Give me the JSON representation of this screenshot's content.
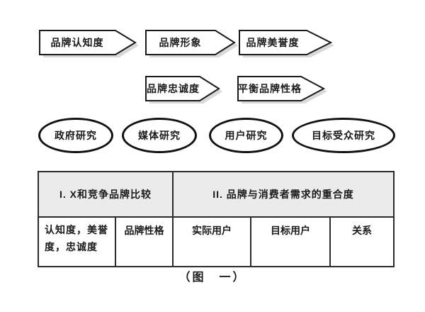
{
  "figure": {
    "arrow_row_1": [
      "品牌认知度",
      "品牌形象",
      "品牌美誉度"
    ],
    "arrow_row_2": [
      "品牌忠诚度",
      "平衡品牌性格"
    ],
    "research_ellipses": [
      "政府研究",
      "媒体研究",
      "用户研究",
      "目标受众研究"
    ],
    "table": {
      "header_1": "I. X和竞争品牌比较",
      "header_2": "II. 品牌与消费者需求的重合度",
      "row": [
        "认知度，美誉度，忠诚度",
        "品牌性格",
        "实际用户",
        "目标用户",
        "关系"
      ]
    },
    "caption": "（图　一）",
    "colors": {
      "shape_border": "#1a1a1a",
      "shape_fill": "#ffffff",
      "shadow": "#d9d9d9",
      "table_header_fill": "#ebebeb"
    }
  }
}
